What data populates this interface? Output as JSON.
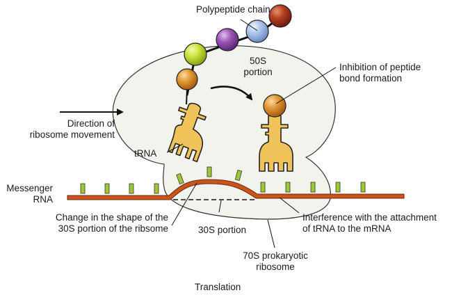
{
  "title": "Translation",
  "labels": {
    "polypeptide_chain": "Polypeptide chain",
    "portion_50s_line1": "50S",
    "portion_50s_line2": "portion",
    "inhibition_line1": "Inhibition of peptide",
    "inhibition_line2": "bond formation",
    "direction_line1": "Direction of",
    "direction_line2": "ribosome movement",
    "trna": "tRNA",
    "messenger_line1": "Messenger",
    "messenger_line2": "RNA",
    "change_shape_line1": "Change in the shape of the",
    "change_shape_line2": "30S portion of the ribsome",
    "portion_30s": "30S portion",
    "interference_line1": "Interference with the attachment",
    "interference_line2": "of tRNA to the mRNA",
    "ribosome_70s_line1": "70S prokaryotic",
    "ribosome_70s_line2": "ribosome"
  },
  "colors": {
    "ribosome_fill": "#f1f3ec",
    "trna_fill": "#f0c35a",
    "mrna_fill": "#c9541c",
    "codon_fill": "#9cc832",
    "amino_acids": [
      "#d8841c",
      "#c4d82c",
      "#9a50b0",
      "#a8c0e6",
      "#b43c1c"
    ],
    "outline": "#222222"
  }
}
